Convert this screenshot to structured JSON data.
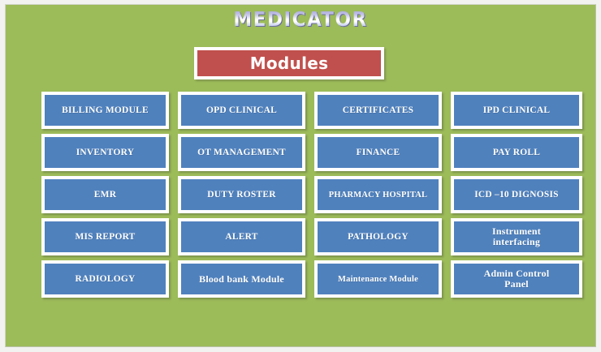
{
  "app": {
    "title": "MEDICATOR",
    "background_color": "#9cbb59",
    "accent_color": "#c0504d",
    "button_color": "#4f81bd"
  },
  "header": {
    "label": "Modules"
  },
  "modules": {
    "columns": 4,
    "rows": 5,
    "items": [
      {
        "label": "BILLING MODULE",
        "style": "upper"
      },
      {
        "label": "OPD CLINICAL",
        "style": "upper"
      },
      {
        "label": "CERTIFICATES",
        "style": "upper"
      },
      {
        "label": "IPD CLINICAL",
        "style": "upper"
      },
      {
        "label": "INVENTORY",
        "style": "upper"
      },
      {
        "label": "OT MANAGEMENT",
        "style": "upper"
      },
      {
        "label": "FINANCE",
        "style": "upper"
      },
      {
        "label": "PAY ROLL",
        "style": "upper"
      },
      {
        "label": "EMR",
        "style": "upper"
      },
      {
        "label": "DUTY ROSTER",
        "style": "upper"
      },
      {
        "label": "PHARMACY HOSPITAL",
        "style": "small"
      },
      {
        "label": "ICD –10 DIGNOSIS",
        "style": "upper"
      },
      {
        "label": "MIS REPORT",
        "style": "upper"
      },
      {
        "label": "ALERT",
        "style": "upper"
      },
      {
        "label": "PATHOLOGY",
        "style": "upper"
      },
      {
        "label": "Instrument\ninterfacing",
        "style": "mixed"
      },
      {
        "label": "RADIOLOGY",
        "style": "upper"
      },
      {
        "label": "Blood bank Module",
        "style": "mixed"
      },
      {
        "label": "Maintenance Module",
        "style": "small"
      },
      {
        "label": "Admin Control\nPanel",
        "style": "mixed"
      }
    ]
  }
}
